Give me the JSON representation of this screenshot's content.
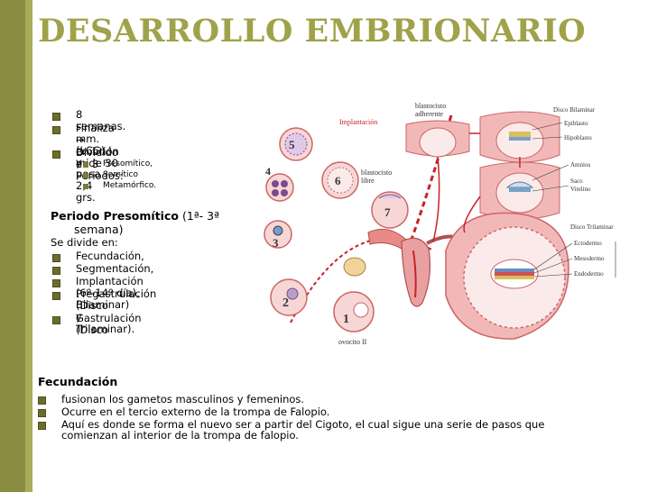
{
  "title": "DESARROLLO EMBRIONARIO",
  "bullets": [
    {
      "text": "8 semanas."
    },
    {
      "text": "Finaliza → embrión  mide 30 mm. (LCG) y pesa 2,4 grs.",
      "line1": "Finaliza → embrión  mide 30",
      "line2": "mm. (LCG) y pesa 2,4 grs."
    },
    {
      "text": "Dividido en 3 Periodos:"
    }
  ],
  "periods": [
    "Presomítico,",
    "Somítico",
    "Metamórfico."
  ],
  "periodo_presomitico": {
    "label": "Periodo Presomítico",
    "rest1": " (1ª- 3ª",
    "rest2": "semana)"
  },
  "divide": "Se divide en:",
  "phases": [
    {
      "l1": "Fecundación,"
    },
    {
      "l1": "Segmentación,"
    },
    {
      "l1": "Implantación (6º-14º día),"
    },
    {
      "l1": "Pregastrulación (Disco",
      "l2": "Bilaminar) y"
    },
    {
      "l1": "Gastrulación  (Disco",
      "l2": "Trilaminar)."
    }
  ],
  "fecundacion": {
    "heading": "Fecundación",
    "items": [
      {
        "l1": "fusionan los gametos masculinos y femeninos."
      },
      {
        "l1": "Ocurre en el tercio externo de la trompa de Falopio."
      },
      {
        "l1": "Aquí es donde se forma el nuevo ser a partir del Cigoto, el cual sigue una serie de pasos que",
        "l2": "comienzan al interior de la trompa de falopio."
      }
    ]
  },
  "diagram": {
    "labels": {
      "implantacion": "Implantación",
      "blastocisto_adherente_1": "blastocisto",
      "blastocisto_adherente_2": "adherente",
      "blastocisto_libre_1": "blastocisto",
      "blastocisto_libre_2": "libre",
      "disco_bilaminar": "Disco Bilaminar",
      "epiblasto": "Epiblasto",
      "hipoblasto": "Hipoblasto",
      "amnios": "Amnios",
      "saco_vitelino_1": "Saco",
      "saco_vitelino_2": "Vitelino",
      "disco_trilaminar": "Disco Trilaminar",
      "ectodermo": "Ectodermo",
      "mesodermo": "Mesodermo",
      "endodermo": "Endodermo",
      "ovocito": "ovocito II"
    },
    "numbers": [
      "1",
      "2",
      "3",
      "4",
      "5",
      "6",
      "7"
    ],
    "colors": {
      "red": "#c8222a",
      "pink": "#f2b8b8",
      "salmon": "#e98a86",
      "purple": "#7a4a8a"
    }
  }
}
